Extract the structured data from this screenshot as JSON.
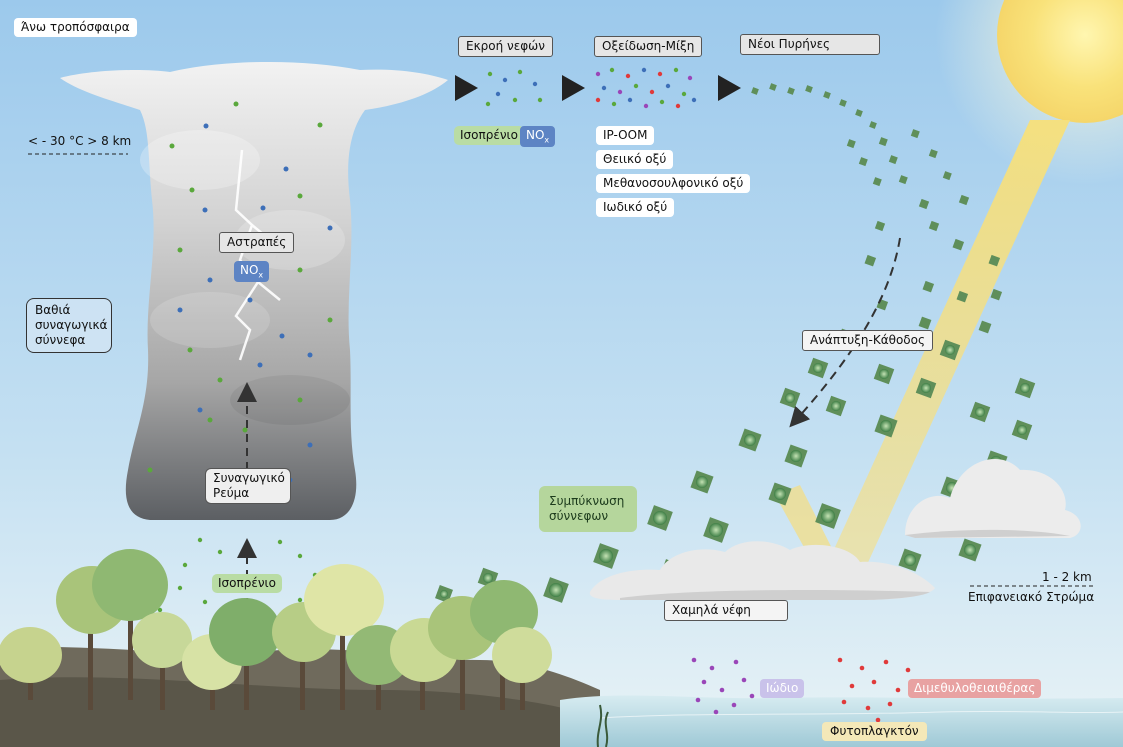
{
  "labels": {
    "upper_troposphere": "Άνω τροπόσφαιρα",
    "cloud_top_temp": "< - 30 °C  > 8 km",
    "deep_convective_clouds": "Βαθιά συναγωγικά σύννεφα",
    "lightning": "Αστραπές",
    "nox": "NO",
    "nox_sub": "x",
    "convective_current": "Συναγωγικό Ρεύμα",
    "isoprene_ground": "Ισοπρένιο",
    "cloud_outflow": "Εκροή νεφών",
    "oxidation_mixing": "Οξείδωση-Μίξη",
    "new_nuclei": "Νέοι Πυρήνες",
    "isoprene_top": "Ισοπρένιο",
    "products": [
      "IP-OOM",
      "Θειικό οξύ",
      "Μεθανοσουλφονικό οξύ",
      "Ιωδικό οξύ"
    ],
    "growth_descent": "Ανάπτυξη-Κάθοδος",
    "cloud_condensation": "Συμπύκνωση σύννεφων",
    "low_clouds": "Χαμηλά νέφη",
    "boundary_height": "1 - 2 km",
    "surface_layer": "Επιφανειακό Στρώμα",
    "iodine": "Ιώδιο",
    "dms": "Διμεθυλοθειαιθέρας",
    "phytoplankton": "Φυτοπλαγκτόν"
  },
  "colors": {
    "sky_top": "#9cc9ec",
    "sky_bottom": "#e6f2f8",
    "isoprene_green": "#5aa83c",
    "nox_blue": "#3d6fb8",
    "iodine_purple": "#9a46b8",
    "dms_red": "#e03a3a",
    "particle": "#5f8f5a",
    "sun": "#f7e27a",
    "ground": "#6f6a5c",
    "sea": "#cfe6ee"
  }
}
